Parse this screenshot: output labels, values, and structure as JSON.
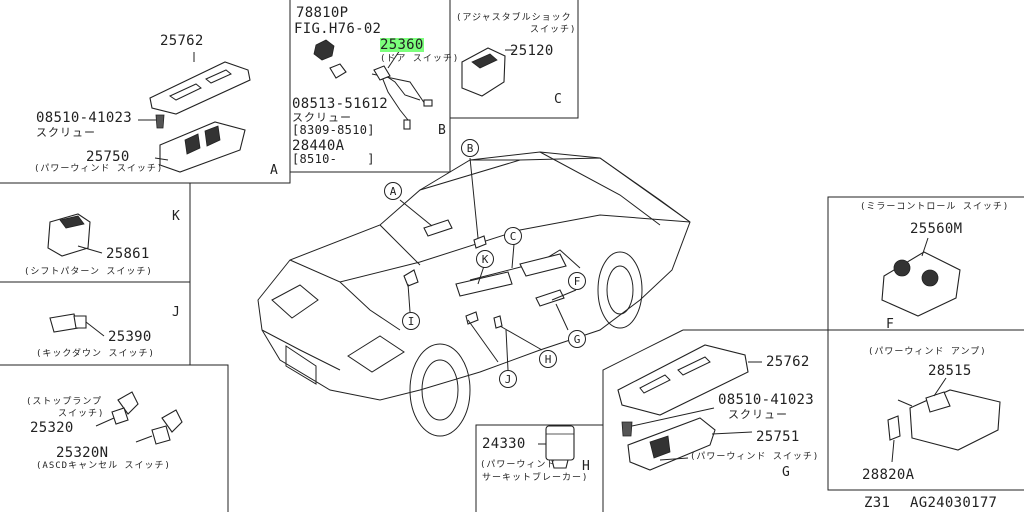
{
  "panels": {
    "a": {
      "letter": "A",
      "pad": "25762",
      "screw": "08510-41023",
      "screw_name": "スクリュー",
      "switch": "25750",
      "switch_name": "(パワーウィンド スイッチ)"
    },
    "b": {
      "letter": "B",
      "fig": "78810P",
      "fig_ref": "FIG.H76-02",
      "switch": "25360",
      "switch_name": "(ドア スイッチ)",
      "screw": "08513-51612",
      "screw_name": "スクリュー",
      "date1": "[8309-8510]",
      "harness": "28440A",
      "date2": "[8510-    ]"
    },
    "c": {
      "letter": "C",
      "caption": "(アジャスタブルショック",
      "caption2": "スイッチ)",
      "part": "25120"
    },
    "k": {
      "letter": "K",
      "part": "25861",
      "caption": "(シフトパターン スイッチ)"
    },
    "j": {
      "letter": "J",
      "part": "25390",
      "caption": "(キックダウン スイッチ)"
    },
    "i": {
      "caption": "(ストップランプ",
      "caption2": "スイッチ)",
      "part1": "25320",
      "part2": "25320N",
      "caption3": "(ASCDキャンセル スイッチ)"
    },
    "f": {
      "letter": "F",
      "caption": "(ミラーコントロール スイッチ)",
      "part": "25560M"
    },
    "amp": {
      "caption": "(パワーウィンド アンプ)",
      "part1": "28515",
      "part2": "28820A"
    },
    "g": {
      "letter": "G",
      "pad": "25762",
      "screw": "08510-41023",
      "screw_name": "スクリュー",
      "switch": "25751",
      "switch_name": "(パワーウィンド スイッチ)"
    },
    "h": {
      "letter": "H",
      "part": "24330",
      "caption": "(パワーウィンド",
      "caption2": "サーキットブレーカー)"
    }
  },
  "callouts": {
    "a": "A",
    "b": "B",
    "c": "C",
    "k": "K",
    "f": "F",
    "i": "I",
    "g": "G",
    "h": "H",
    "j": "J"
  },
  "footer": {
    "model": "Z31",
    "code": "AG24030177"
  },
  "colors": {
    "highlight": "#7CFF7C",
    "line": "#222222"
  }
}
